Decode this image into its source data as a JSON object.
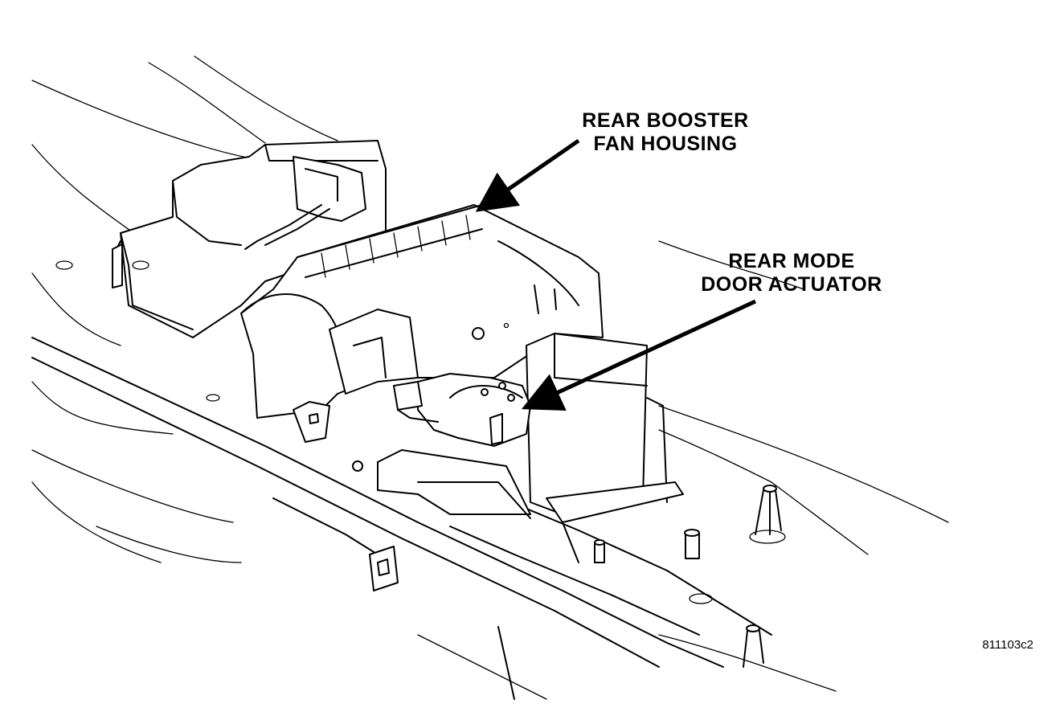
{
  "callouts": {
    "fan_housing": {
      "line1": "REAR BOOSTER",
      "line2": "FAN HOUSING"
    },
    "mode_door_actuator": {
      "line1": "REAR MODE",
      "line2": "DOOR ACTUATOR"
    }
  },
  "figure_id": "811103c2",
  "colors": {
    "ink": "#000000",
    "paper": "#ffffff"
  }
}
